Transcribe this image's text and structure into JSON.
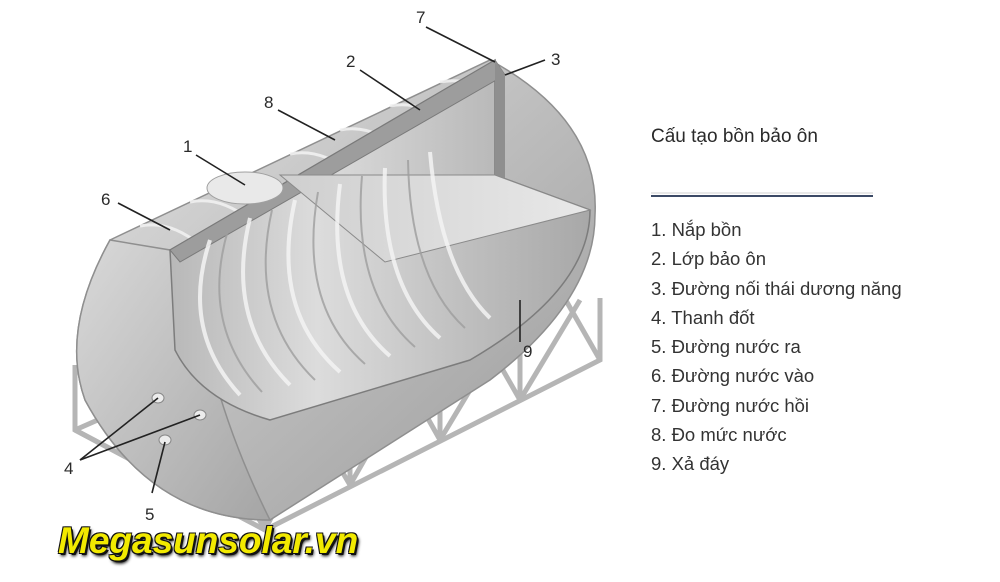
{
  "panel": {
    "title": "Cấu tạo bồn bảo ôn",
    "items": [
      "1. Nắp bồn",
      "2. Lớp bảo ôn",
      "3. Đường nối thái dương năng",
      "4. Thanh đốt",
      "5. Đường nước ra",
      "6. Đường nước vào",
      "7. Đường nước hồi",
      "8. Đo mức nước",
      "9. Xả đáy"
    ]
  },
  "callouts": {
    "c1": "1",
    "c2": "2",
    "c3": "3",
    "c4": "4",
    "c5": "5",
    "c6": "6",
    "c7": "7",
    "c8": "8",
    "c9": "9"
  },
  "brand": "Megasunsolar.vn",
  "colors": {
    "brand_text": "#f2ea00",
    "tank_metal": "#c9c9c9",
    "text": "#333333"
  }
}
